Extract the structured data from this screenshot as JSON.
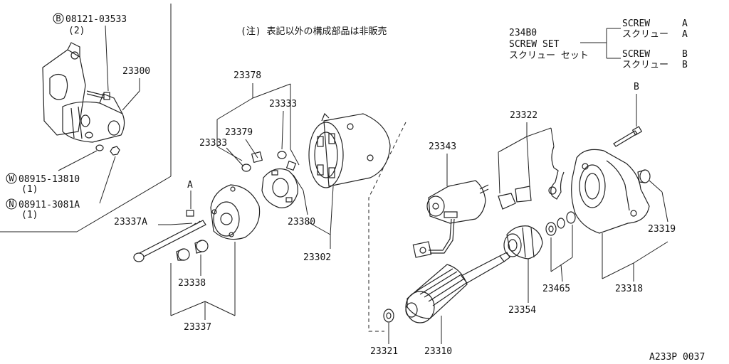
{
  "diagram": {
    "note": "(注) 表記以外の構成部品は非販売",
    "figure_code": "A233P 0037",
    "inset": {
      "bolt_ref": "08121-03533",
      "bolt_ref_prefix": "B",
      "bolt_qty": "(2)",
      "washer_ref": "08915-13810",
      "washer_ref_prefix": "W",
      "washer_qty": "(1)",
      "nut_ref": "08911-3081A",
      "nut_ref_prefix": "N",
      "nut_qty": "(1)",
      "assembly": "23300"
    },
    "screw_legend": {
      "part_no": "234B0",
      "set_en": "SCREW SET",
      "set_jp": "スクリュー セット",
      "a_en": "SCREW",
      "a_en_tag": "A",
      "a_jp": "スクリュー",
      "a_jp_tag": "A",
      "b_en": "SCREW",
      "b_en_tag": "B",
      "b_jp": "スクリュー",
      "b_jp_tag": "B"
    },
    "callout_a": "A",
    "callout_b": "B",
    "parts": {
      "p23378": "23378",
      "p23333_top": "23333",
      "p23379": "23379",
      "p23333_left": "23333",
      "p23380": "23380",
      "p23302": "23302",
      "p23337A": "23337A",
      "p23338": "23338",
      "p23337": "23337",
      "p23343": "23343",
      "p23322": "23322",
      "p23319": "23319",
      "p23354": "23354",
      "p23465": "23465",
      "p23318": "23318",
      "p23321": "23321",
      "p23310": "23310"
    }
  }
}
